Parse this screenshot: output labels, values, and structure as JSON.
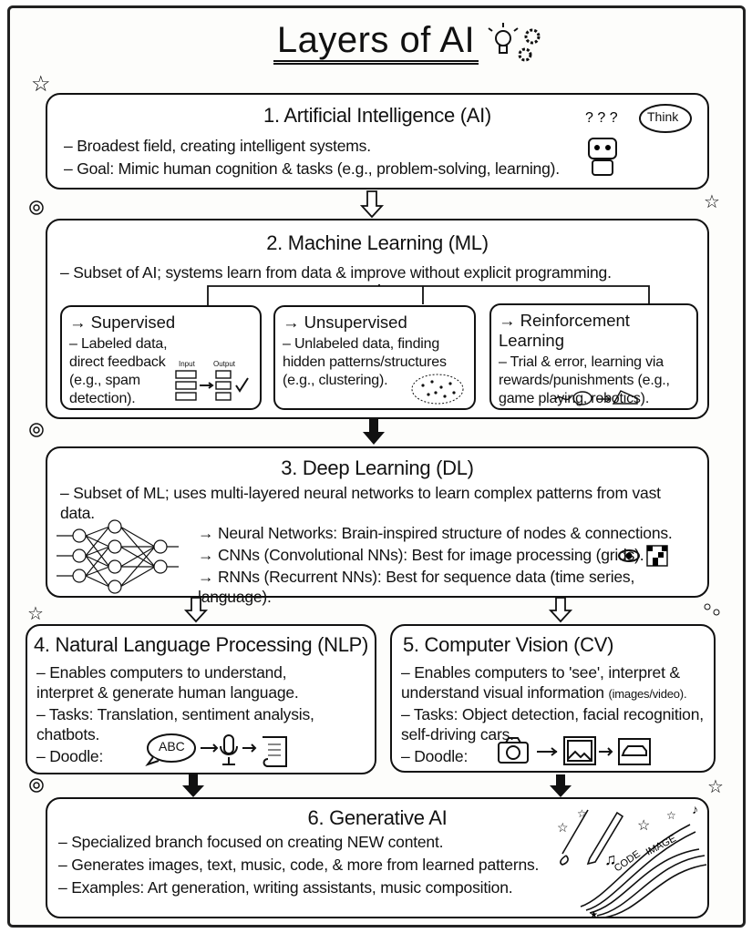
{
  "title": "Layers of AI",
  "ai": {
    "heading": "1. Artificial Intelligence (AI)",
    "think": "Think",
    "lines": [
      "– Broadest field, creating intelligent systems.",
      "– Goal: Mimic human cognition & tasks (e.g., problem-solving, learning)."
    ]
  },
  "ml": {
    "heading": "2. Machine Learning (ML)",
    "line": "– Subset of AI; systems learn from data & improve without explicit programming.",
    "types": [
      {
        "title": "→ Supervised",
        "text": "– Labeled data, direct feedback (e.g., spam detection).",
        "input": "Input",
        "output": "Output"
      },
      {
        "title": "→ Unsupervised",
        "text": "– Unlabeled data, finding hidden patterns/structures (e.g., clustering)."
      },
      {
        "title": "→ Reinforcement Learning",
        "text": "– Trial & error, learning via rewards/punishments (e.g., game playing, robotics)."
      }
    ]
  },
  "dl": {
    "heading": "3. Deep Learning (DL)",
    "line": "– Subset of ML; uses multi-layered neural networks to learn complex patterns from vast data.",
    "items": [
      "→ Neural Networks: Brain-inspired structure of nodes & connections.",
      "→ CNNs (Convolutional NNs): Best for image processing (grids).",
      "→ RNNs (Recurrent NNs): Best for sequence data (time series, language)."
    ]
  },
  "nlp": {
    "heading": "4. Natural Language Processing (NLP)",
    "lines": [
      "– Enables computers to understand, interpret & generate human language.",
      "– Tasks: Translation, sentiment analysis, chatbots.",
      "– Doodle:"
    ],
    "abc": "ABC"
  },
  "cv": {
    "heading": "5. Computer Vision (CV)",
    "line1": "– Enables computers to 'see', interpret & understand visual information",
    "line1_small": "(images/video).",
    "line2": "– Tasks: Object detection, facial recognition, self-driving cars.",
    "line3": "– Doodle:"
  },
  "gen": {
    "heading": "6. Generative AI",
    "lines": [
      "– Specialized branch focused on creating NEW content.",
      "– Generates images, text, music, code, & more from learned patterns.",
      "– Examples: Art generation, writing assistants, music composition."
    ],
    "code": "CODE",
    "image": "IMAGE"
  }
}
